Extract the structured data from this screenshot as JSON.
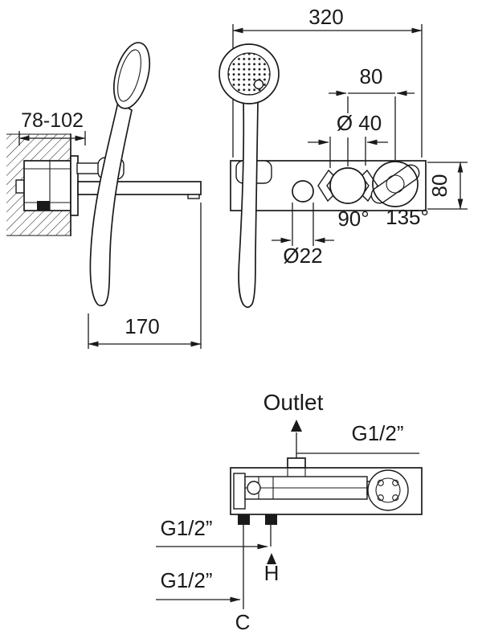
{
  "colors": {
    "line": "#1a1a1a",
    "background": "#ffffff"
  },
  "labels": {
    "wall_depth": "78-102",
    "panel_width": "320",
    "handle_spacing": "80",
    "diverter_diameter": "Ø 40",
    "diverter_angle": "90°",
    "lever_angle": "135°",
    "panel_height": "80",
    "outlet_diameter": "Ø22",
    "spout_length": "170",
    "outlet": "Outlet",
    "thread_outlet": "G1/2”",
    "thread_inlet_1": "G1/2”",
    "thread_inlet_2": "G1/2”",
    "dim_h": "H",
    "dim_c": "C"
  }
}
